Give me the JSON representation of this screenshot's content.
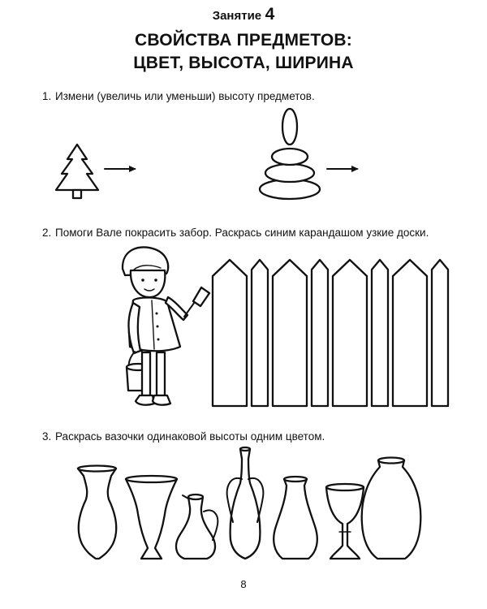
{
  "lesson": {
    "word": "Занятие",
    "number": "4"
  },
  "title": {
    "line1": "СВОЙСТВА ПРЕДМЕТОВ:",
    "line2": "ЦВЕТ, ВЫСОТА, ШИРИНА"
  },
  "tasks": [
    {
      "number": "1.",
      "text": "Измени (увеличь или уменьши) высоту предметов."
    },
    {
      "number": "2.",
      "text": "Помоги Вале покрасить забор. Раскрась синим карандашом узкие доски."
    },
    {
      "number": "3.",
      "text": "Раскрась вазочки одинаковой высоты одним цветом."
    }
  ],
  "page_number": "8"
}
